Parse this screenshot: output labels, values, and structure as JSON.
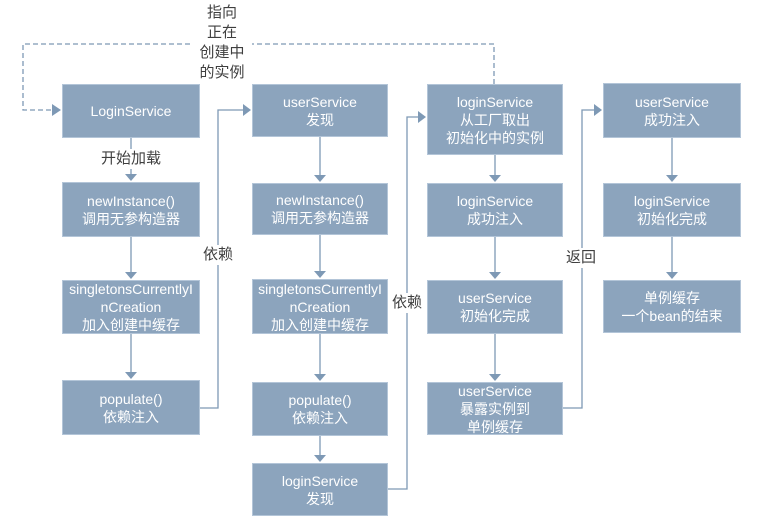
{
  "diagram": {
    "type": "flowchart",
    "topic": "Spring circular dependency bean creation flow",
    "annotations": {
      "pointer_note": "指向\n正在\n创建中\n的实例",
      "start_loading": "开始加载",
      "depends_1": "依赖",
      "depends_2": "依赖",
      "return_label": "返回"
    },
    "colors": {
      "box_fill": "#8CA4BD",
      "box_border": "#B3C5D8",
      "box_text": "#FFFFFF",
      "line": "#7E99B5",
      "label_text": "#3F3F3F"
    },
    "columns": [
      {
        "boxes": [
          "LoginService",
          "newInstance()\n调用无参构造器",
          "singletonsCurrentlyI\nnCreation\n加入创建中缓存",
          "populate()\n依赖注入"
        ]
      },
      {
        "boxes": [
          "userService\n发现",
          "newInstance()\n调用无参构造器",
          "singletonsCurrentlyI\nnCreation\n加入创建中缓存",
          "populate()\n依赖注入",
          "loginService\n发现"
        ]
      },
      {
        "boxes": [
          "loginService\n从工厂取出\n初始化中的实例",
          "loginService\n成功注入",
          "userService\n初始化完成",
          "userService\n暴露实例到\n单例缓存"
        ]
      },
      {
        "boxes": [
          "userService\n成功注入",
          "loginService\n初始化完成",
          "单例缓存\n一个bean的结束"
        ]
      }
    ]
  }
}
